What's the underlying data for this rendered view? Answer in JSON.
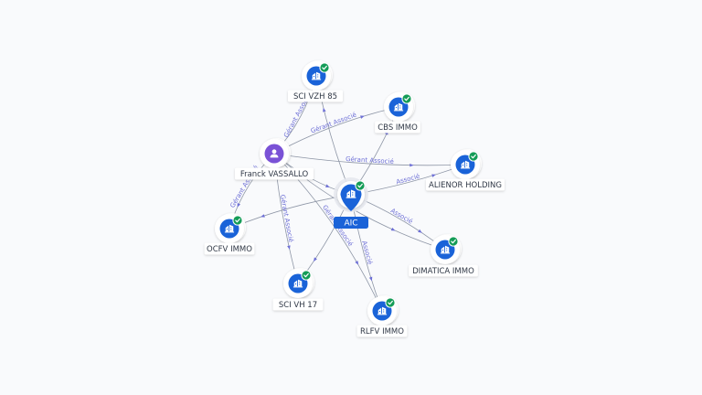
{
  "colors": {
    "company": "#1a63d8",
    "person": "#7a52d6",
    "check": "#149c57",
    "edge_label": "#6d6fd6"
  },
  "center": {
    "id": "aic",
    "label": "AIC",
    "icon": "building-icon"
  },
  "nodes": [
    {
      "id": "sci-vzh-85",
      "label": "SCI VZH 85",
      "kind": "company",
      "icon": "building-icon",
      "verified": true
    },
    {
      "id": "cbs-immo",
      "label": "CBS IMMO",
      "kind": "company",
      "icon": "building-icon",
      "verified": true
    },
    {
      "id": "alienor-holding",
      "label": "ALIENOR HOLDING",
      "kind": "company",
      "icon": "building-icon",
      "verified": true
    },
    {
      "id": "dimatica-immo",
      "label": "DIMATICA IMMO",
      "kind": "company",
      "icon": "building-icon",
      "verified": true
    },
    {
      "id": "rlfv-immo",
      "label": "RLFV IMMO",
      "kind": "company",
      "icon": "building-icon",
      "verified": true
    },
    {
      "id": "sci-vh-17",
      "label": "SCI VH 17",
      "kind": "company",
      "icon": "building-icon",
      "verified": true
    },
    {
      "id": "ocfv-immo",
      "label": "OCFV IMMO",
      "kind": "company",
      "icon": "building-icon",
      "verified": true
    },
    {
      "id": "franck-vassallo",
      "label": "Franck VASSALLO",
      "kind": "person",
      "icon": "person-icon",
      "verified": false
    }
  ],
  "edges": [
    {
      "from": "aic",
      "to": "alienor-holding",
      "label": "Associé"
    },
    {
      "from": "aic",
      "to": "dimatica-immo",
      "label": "Associé"
    },
    {
      "from": "aic",
      "to": "rlfv-immo",
      "label": "Associé"
    },
    {
      "from": "aic",
      "to": "cbs-immo",
      "label": ""
    },
    {
      "from": "aic",
      "to": "sci-vzh-85",
      "label": ""
    },
    {
      "from": "aic",
      "to": "sci-vh-17",
      "label": ""
    },
    {
      "from": "aic",
      "to": "ocfv-immo",
      "label": ""
    },
    {
      "from": "franck-vassallo",
      "to": "aic",
      "label": ""
    },
    {
      "from": "franck-vassallo",
      "to": "sci-vzh-85",
      "label": "Gérant Associé"
    },
    {
      "from": "franck-vassallo",
      "to": "cbs-immo",
      "label": "Gérant Associé"
    },
    {
      "from": "franck-vassallo",
      "to": "alienor-holding",
      "label": "Gérant Associé"
    },
    {
      "from": "franck-vassallo",
      "to": "dimatica-immo",
      "label": ""
    },
    {
      "from": "franck-vassallo",
      "to": "rlfv-immo",
      "label": "Gérant Associé"
    },
    {
      "from": "franck-vassallo",
      "to": "sci-vh-17",
      "label": "Gérant Associé"
    },
    {
      "from": "franck-vassallo",
      "to": "ocfv-immo",
      "label": "Gérant Associé"
    }
  ]
}
